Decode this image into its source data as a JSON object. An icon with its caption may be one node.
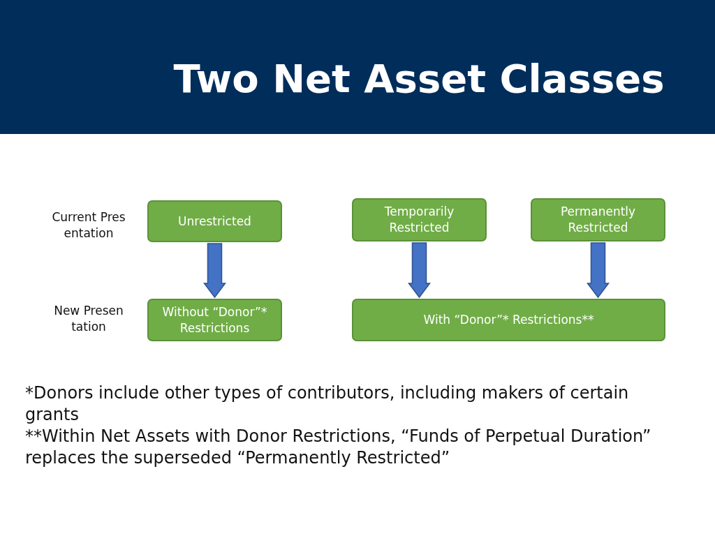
{
  "diagram": {
    "title": "Two Net Asset Classes",
    "nodes": [
      {
        "text": [
          "Unrestricted"
        ]
      },
      {
        "text": [
          "Temporarily Restricted"
        ]
      },
      {
        "text": [
          "Permanently Restricted"
        ]
      },
      {
        "text": [
          "Without “Donor”* Restrictions"
        ]
      },
      {
        "text": [
          "With “Donor”* Restrictions**"
        ]
      }
    ],
    "edges": [
      {
        "from": 0,
        "to": 3,
        "arrow": "to",
        "style": "thick"
      },
      {
        "from": 1,
        "to": 4,
        "arrow": "to",
        "style": "thick"
      },
      {
        "from": 2,
        "to": 4,
        "arrow": "to",
        "style": "thick"
      }
    ],
    "labels": [
      "Current Presentation",
      "New Presentation",
      "*Donors include other types of contributors, including makers of certain grants",
      "**Within Net Assets with Donor Restrictions, “Funds of Perpetual Duration” replaces the superseded “Permanently Restricted”"
    ]
  }
}
